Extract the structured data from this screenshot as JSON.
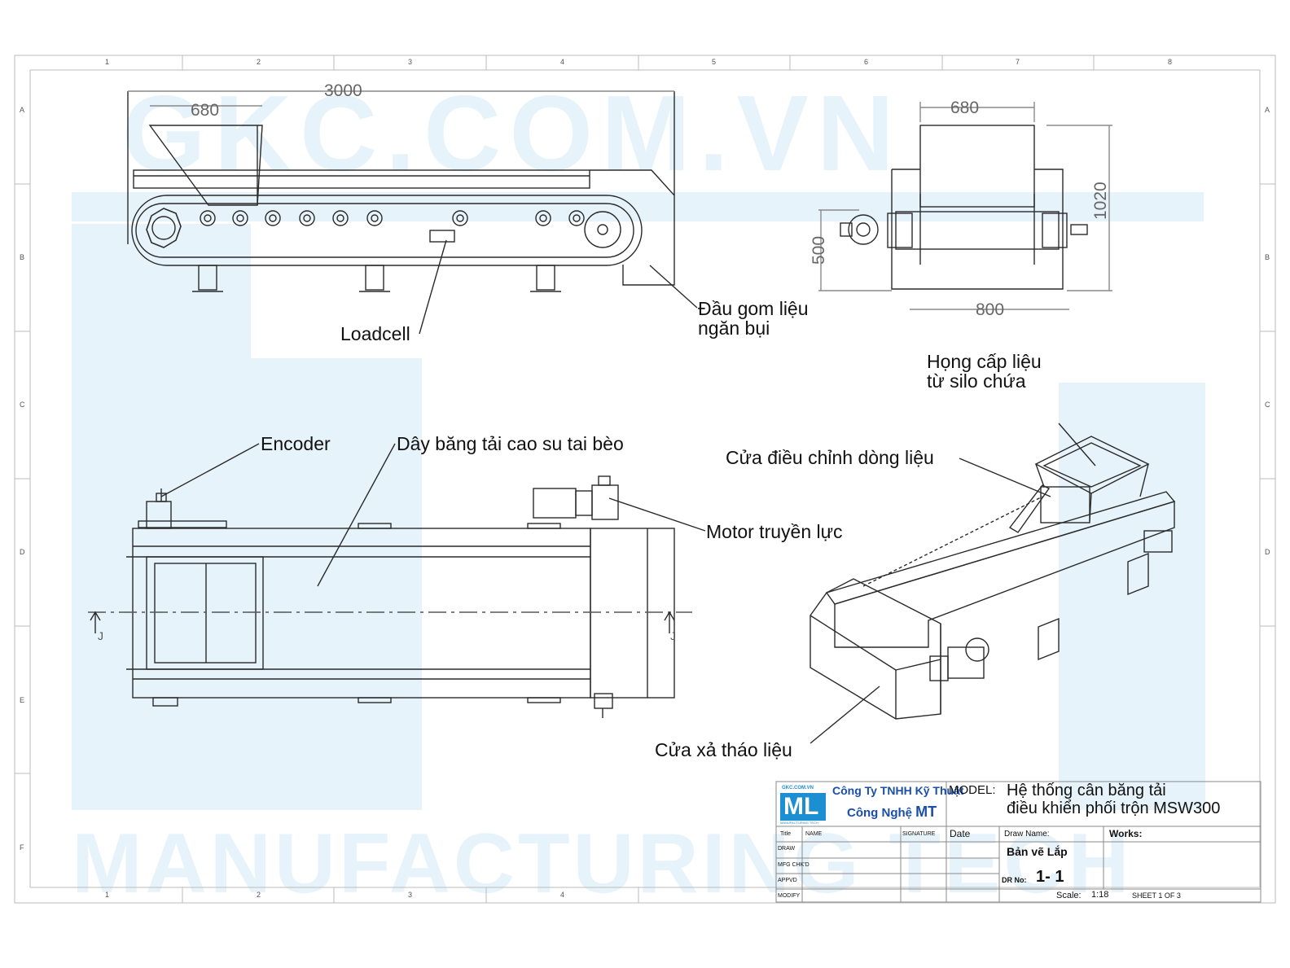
{
  "watermark": {
    "top_text": "GKC.COM.VN",
    "bottom_text": "MANUFACTURING TECH",
    "color": "#e3f1f9"
  },
  "grid": {
    "columns": [
      "1",
      "2",
      "3",
      "4",
      "5",
      "6",
      "7",
      "8"
    ],
    "rows": [
      "A",
      "B",
      "C",
      "D",
      "E",
      "F"
    ]
  },
  "dimensions": {
    "side_length": "3000",
    "side_hopper": "680",
    "end_hopper": "680",
    "end_height": "1020",
    "end_sub_height": "500",
    "end_width": "800"
  },
  "labels": {
    "loadcell": "Loadcell",
    "dust_head_line1": "Đầu gom liệu",
    "dust_head_line2": "ngăn bụi",
    "encoder": "Encoder",
    "belt": "Dây băng tải cao su tai bèo",
    "motor": "Motor truyền lực",
    "feed_line1": "Họng cấp liệu",
    "feed_line2": "từ silo chứa",
    "flow_gate": "Cửa điều chỉnh dòng liệu",
    "discharge": "Cửa xả tháo liệu",
    "section_marker": "J"
  },
  "title_block": {
    "logo_text": "GKC.COM.VN",
    "logo_mark": "ML",
    "logo_sub": "MANUFACTURING TECH",
    "company_line1": "Công Ty TNHH Kỹ Thuật",
    "company_line2_prefix": "Công Nghệ",
    "company_line2_mark": "MT",
    "model_label": "MODEL:",
    "model_line1": "Hệ thống cân băng tải",
    "model_line2": "điều khiển phối trộn MSW300",
    "col_title": "Title",
    "col_name": "NAME",
    "col_signature": "SIGNATURE",
    "col_date": "Date",
    "row_draw": "DRAW",
    "row_mfg": "MFG CHK'D",
    "row_appvd": "APPVD",
    "row_modify": "MODIFY",
    "draw_name_label": "Draw Name:",
    "draw_name_value": "Bản vẽ Lắp",
    "works_label": "Works:",
    "dr_no_label": "DR No:",
    "dr_no_value": "1- 1",
    "scale_label": "Scale:",
    "scale_value": "1:18",
    "sheet": "SHEET 1 OF 3"
  },
  "colors": {
    "line": "#2a2a2a",
    "dimension": "#8a8a8a",
    "logo_blue": "#1b8fd2",
    "company_blue": "#1a4fa8",
    "company_red": "#d6262b"
  }
}
